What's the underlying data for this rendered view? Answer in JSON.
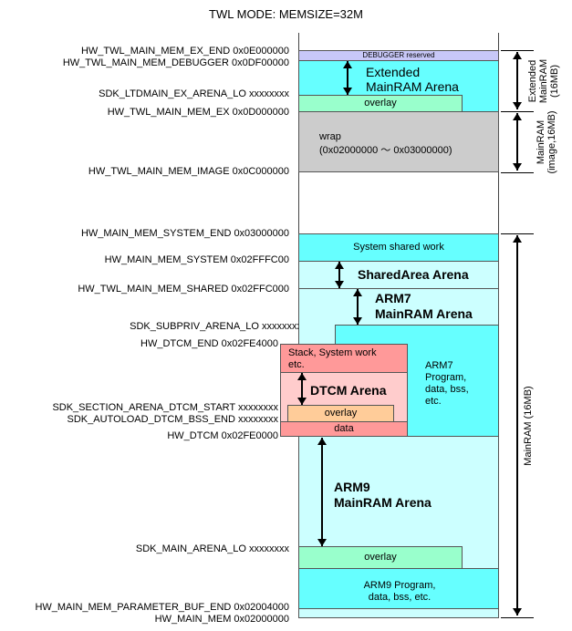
{
  "title": "TWL MODE: MEMSIZE=32M",
  "labels": [
    "HW_TWL_MAIN_MEM_EX_END 0x0E000000",
    "HW_TWL_MAIN_MEM_DEBUGGER 0x0DF00000",
    "SDK_LTDMAIN_EX_ARENA_LO xxxxxxxx",
    "HW_TWL_MAIN_MEM_EX 0x0D000000",
    "HW_TWL_MAIN_MEM_IMAGE 0x0C000000",
    "HW_MAIN_MEM_SYSTEM_END 0x03000000",
    "HW_MAIN_MEM_SYSTEM 0x02FFFC00",
    "HW_TWL_MAIN_MEM_SHARED 0x02FFC000",
    "SDK_SUBPRIV_ARENA_LO xxxxxxxx",
    "HW_DTCM_END 0x02FE4000",
    "SDK_SECTION_ARENA_DTCM_START xxxxxxxx",
    "SDK_AUTOLOAD_DTCM_BSS_END xxxxxxxx",
    "HW_DTCM 0x02FE0000",
    "SDK_MAIN_ARENA_LO xxxxxxxx",
    "HW_MAIN_MEM_PARAMETER_BUF_END 0x02004000",
    "HW_MAIN_MEM 0x02000000"
  ],
  "blocks": {
    "debugger": "DEBUGGER reserved",
    "ext_arena_1": "Extended",
    "ext_arena_2": "MainRAM Arena",
    "overlay": "overlay",
    "wrap_1": "wrap",
    "wrap_2": "(0x02000000 〜 0x03000000)",
    "sys_shared": "System shared work",
    "shared_arena": "SharedArea Arena",
    "arm7_arena_1": "ARM7",
    "arm7_arena_2": "MainRAM Arena",
    "stack_1": "Stack, System work",
    "stack_2": "etc.",
    "dtcm_arena": "DTCM Arena",
    "data": "data",
    "arm7_prog": [
      "ARM7",
      "Program,",
      "data, bss,",
      "etc."
    ],
    "arm9_arena_1": "ARM9",
    "arm9_arena_2": "MainRAM Arena",
    "arm9_prog_1": "ARM9 Program,",
    "arm9_prog_2": "data, bss, etc."
  },
  "right": {
    "ext": [
      "Extended",
      "MainRAM",
      "(16MB)"
    ],
    "image": [
      "MainRAM",
      "(image,16MB)"
    ],
    "main": "MainRAM (16MB)"
  }
}
